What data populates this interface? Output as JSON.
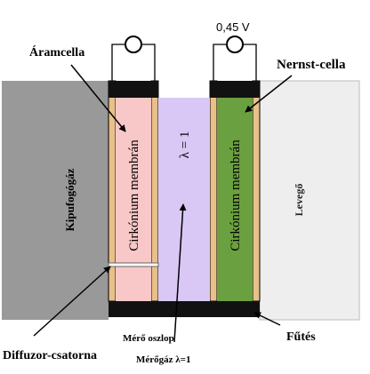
{
  "labels": {
    "voltage": "0,45 V",
    "current_cell": "Áramcella",
    "nernst_cell": "Nernst-cella",
    "exhaust_gas": "Kipufogógáz",
    "air": "Levegő",
    "zirconium_left": "Cirkónium membrán",
    "zirconium_right": "Cirkónium membrán",
    "lambda": "λ = 1",
    "diffusor": "Diffuzor-csatorna",
    "measuring_column": "Mérő oszlop",
    "measuring_gas": "Mérőgáz λ=1",
    "heating": "Fűtés"
  },
  "colors": {
    "exhaust": "#999999",
    "air": "#eeeeee",
    "electrode": "#e8c08a",
    "membrane_left": "#f8c7c7",
    "measuring_chamber": "#d9c8f5",
    "membrane_right": "#6aa03f",
    "heater": "#111111"
  }
}
